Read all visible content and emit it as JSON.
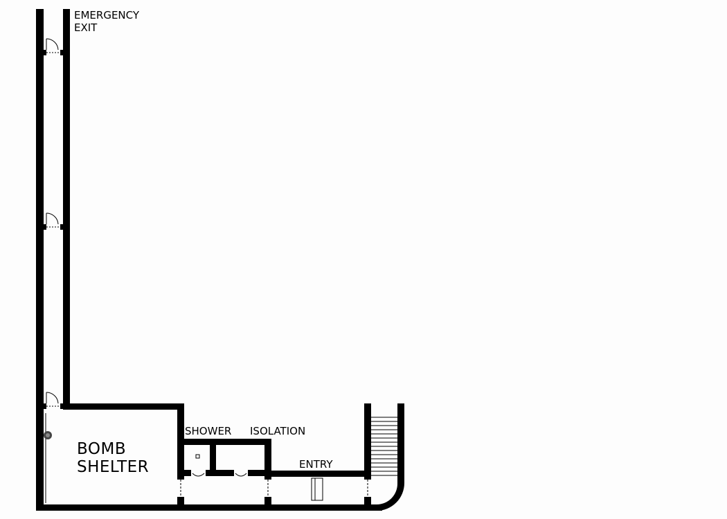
{
  "plan": {
    "background": "#fdfdfd",
    "wall_color": "#000000",
    "labels": {
      "emergency_exit_line1": "EMERGENCY",
      "emergency_exit_line2": "EXIT",
      "bomb_shelter_line1": "BOMB",
      "bomb_shelter_line2": "SHELTER",
      "shower": "SHOWER",
      "isolation": "ISOLATION",
      "entry": "ENTRY"
    }
  }
}
